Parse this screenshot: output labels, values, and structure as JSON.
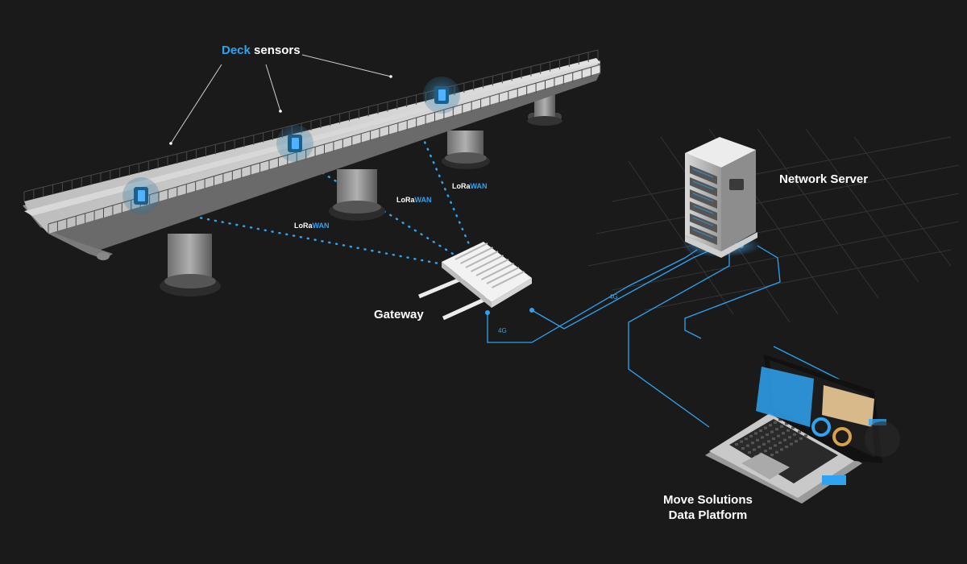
{
  "labels": {
    "deck_accent": "Deck",
    "deck_rest": " sensors",
    "gateway": "Gateway",
    "network_server": "Network Server",
    "platform_line1": "Move Solutions",
    "platform_line2": "Data Platform"
  },
  "links": {
    "lora_prefix": "LoRa",
    "lora_accent": "WAN",
    "cellular": "4G"
  },
  "colors": {
    "background": "#1a1a1a",
    "accent": "#2ea3f2",
    "text": "#ffffff"
  },
  "icons": [
    "sensor-icon",
    "gateway-icon",
    "server-icon",
    "laptop-icon"
  ]
}
